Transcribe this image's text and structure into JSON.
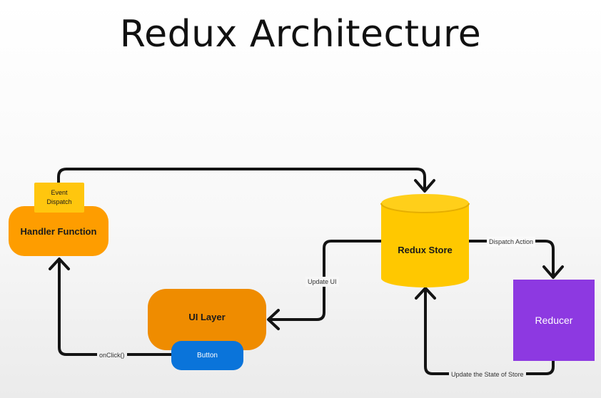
{
  "title": "Redux Architecture",
  "nodes": {
    "handler": "Handler Function",
    "event_line1": "Event",
    "event_line2": "Dispatch",
    "store": "Redux Store",
    "ui_layer": "UI Layer",
    "button": "Button",
    "reducer": "Reducer"
  },
  "edge_labels": {
    "update_ui": "Update UI",
    "dispatch_action": "Dispatch Action",
    "update_state": "Update the State of Store",
    "onclick": "onClick()"
  },
  "colors": {
    "handler": "#fe9d00",
    "event": "#ffc60e",
    "store": "#ffc800",
    "ui_layer": "#ef8c00",
    "button": "#0a74da",
    "reducer": "#8d39e1",
    "arrow": "#141414"
  }
}
